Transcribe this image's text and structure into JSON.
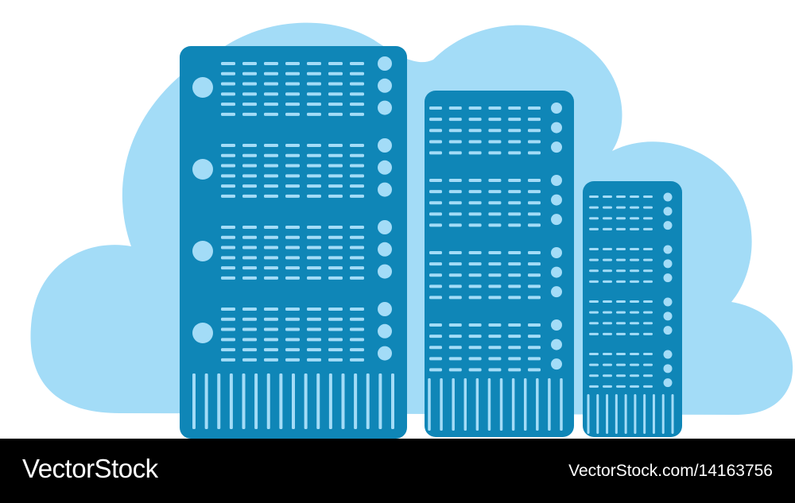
{
  "image": {
    "subject": "cloud-server-racks-illustration",
    "colors": {
      "cloud": "#a3dcf7",
      "server_body": "#0f86b7",
      "server_detail": "#a3dcf7",
      "footer_bg": "#000000",
      "footer_text": "#ffffff"
    },
    "server_count": 3
  },
  "watermark": {
    "brand": "VectorStock",
    "reference": "VectorStock.com/14163756"
  }
}
